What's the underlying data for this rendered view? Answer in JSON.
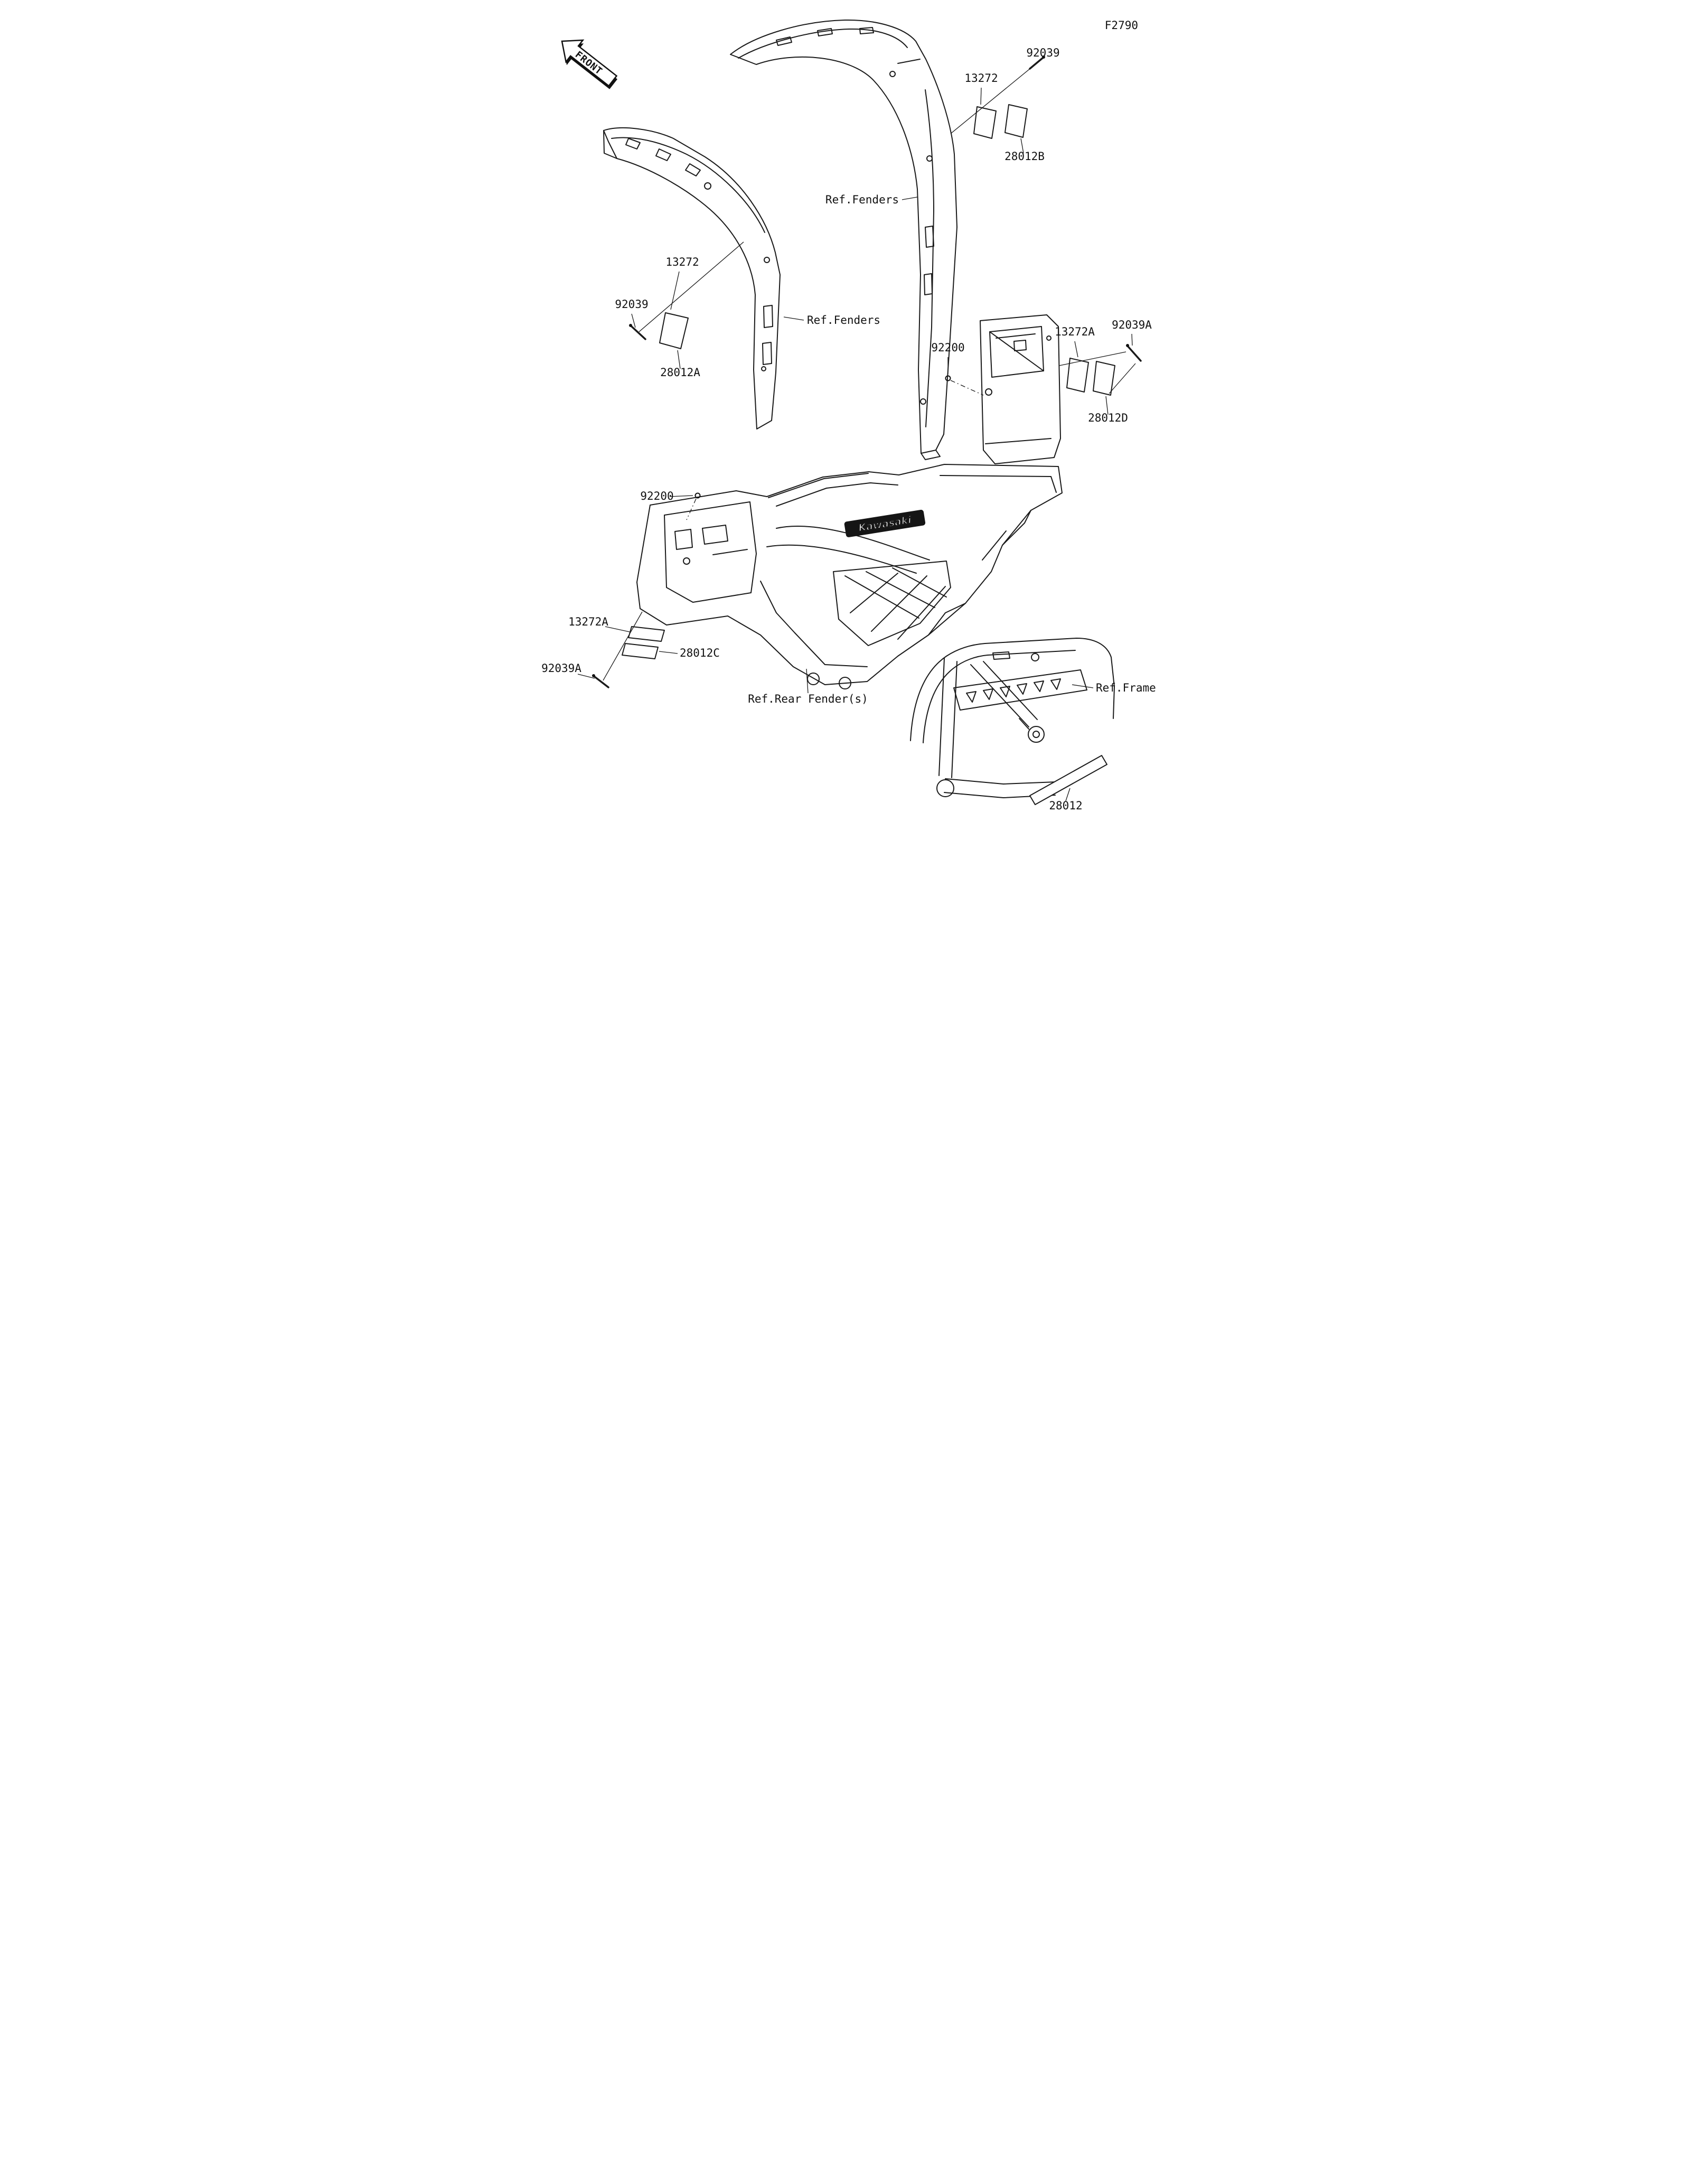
{
  "page": {
    "code": "F2790",
    "front_arrow_label": "FRONT"
  },
  "drawing": {
    "brand_logo": "Kawasaki"
  },
  "refs": {
    "fenders_right": "Ref.Fenders",
    "fenders_left": "Ref.Fenders",
    "rear_fender": "Ref.Rear Fender(s)",
    "frame": "Ref.Frame"
  },
  "callouts": {
    "r92039_top": "92039",
    "r13272_top": "13272",
    "r28012B": "28012B",
    "r13272_left": "13272",
    "r92039_left": "92039",
    "r28012A": "28012A",
    "r92200_door": "92200",
    "r13272A_door": "13272A",
    "r92039A_door": "92039A",
    "r28012D": "28012D",
    "r92200_bumper": "92200",
    "r13272A_bumper": "13272A",
    "r28012C": "28012C",
    "r92039A_bumper": "92039A",
    "r28012_frame": "28012"
  }
}
